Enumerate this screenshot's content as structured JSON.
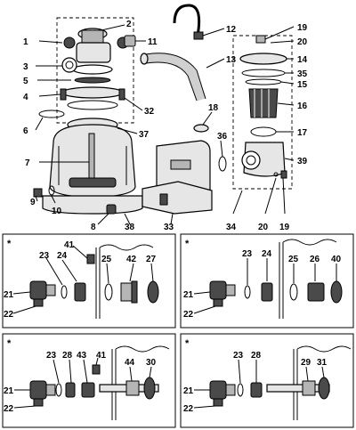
{
  "top": {
    "labels": [
      "1",
      "2",
      "3",
      "4",
      "5",
      "6",
      "7",
      "8",
      "9",
      "10",
      "11",
      "12",
      "13",
      "14",
      "15",
      "16",
      "17",
      "18",
      "19",
      "20",
      "32",
      "33",
      "34",
      "35",
      "36",
      "37",
      "38",
      "39",
      "19",
      "20"
    ]
  },
  "panels": [
    {
      "star": "*",
      "labels": [
        "41",
        "23",
        "24",
        "25",
        "42",
        "27",
        "21",
        "22"
      ]
    },
    {
      "star": "*",
      "labels": [
        "23",
        "24",
        "25",
        "26",
        "40",
        "21",
        "22"
      ]
    },
    {
      "star": "*",
      "labels": [
        "23",
        "28",
        "43",
        "41",
        "44",
        "30",
        "21",
        "22"
      ]
    },
    {
      "star": "*",
      "labels": [
        "23",
        "28",
        "29",
        "31",
        "21",
        "22"
      ]
    }
  ]
}
